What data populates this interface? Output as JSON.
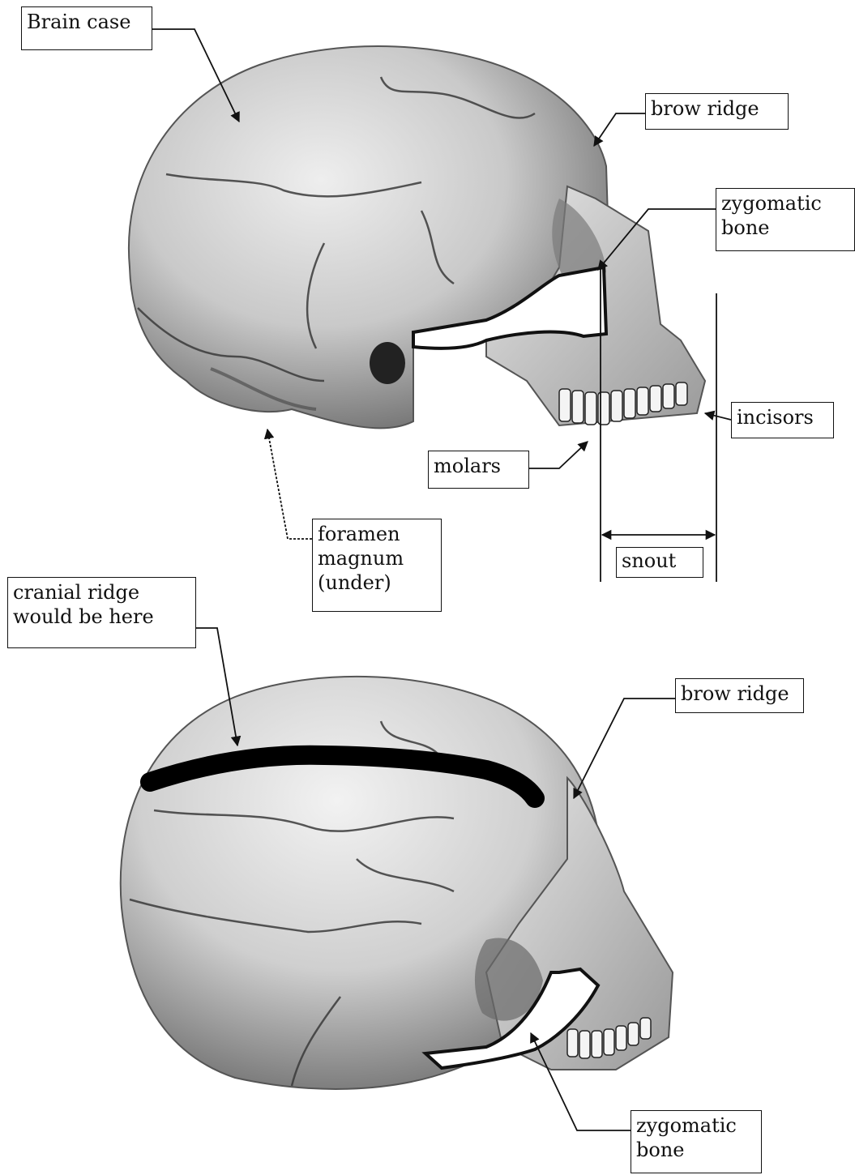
{
  "upper_skull": {
    "labels": {
      "brain_case": "Brain case",
      "brow_ridge": "brow ridge",
      "zygomatic_line1": "zygomatic",
      "zygomatic_line2": "bone",
      "incisors": "incisors",
      "molars": "molars",
      "foramen_line1": "foramen",
      "foramen_line2": "magnum",
      "foramen_line3": "(under)",
      "snout": "snout"
    }
  },
  "lower_skull": {
    "labels": {
      "cranial_line1": "cranial ridge",
      "cranial_line2": "would be here",
      "brow_ridge": "brow ridge",
      "zygomatic_line1": "zygomatic",
      "zygomatic_line2": "bone"
    }
  },
  "colors": {
    "ink": "#111111",
    "bone_light": "#dcdcdc",
    "bone_mid": "#a8a8a8",
    "bone_dark": "#555555",
    "paper": "#ffffff"
  }
}
